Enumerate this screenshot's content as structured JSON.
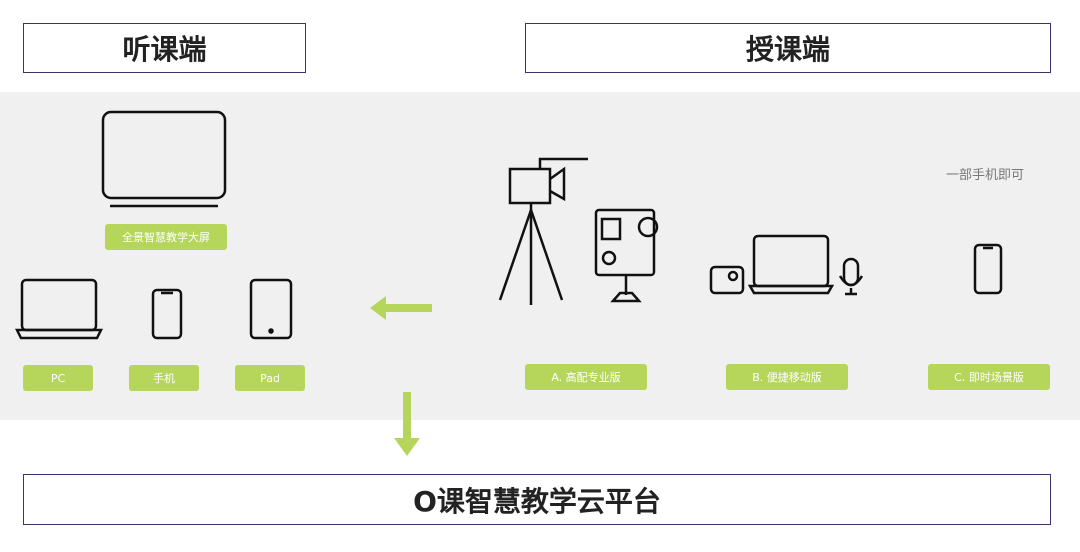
{
  "headers": {
    "listen": "听课端",
    "teach": "授课端",
    "platform": "O课智慧教学云平台"
  },
  "listen_side": {
    "big_screen": "全景智慧教学大屏",
    "devices": [
      "PC",
      "手机",
      "Pad"
    ]
  },
  "teach_side": {
    "note": "一部手机即可",
    "versions": [
      "A. 高配专业版",
      "B. 便捷移动版",
      "C. 即时场景版"
    ]
  },
  "colors": {
    "accent": "#b5d65a",
    "border": "#3a3570",
    "band": "#f0f0f1"
  }
}
